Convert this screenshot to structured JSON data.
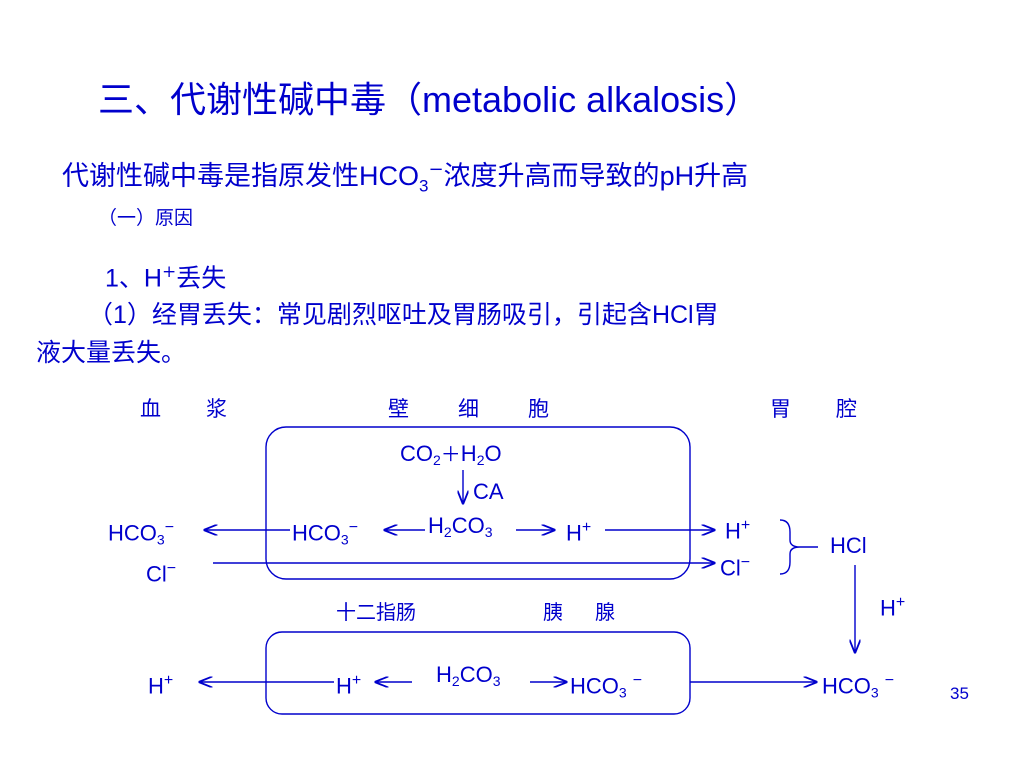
{
  "title": {
    "cn": "三、代谢性碱中毒（",
    "en": "metabolic  alkalosis",
    "close": "）"
  },
  "definition": {
    "pre": "代谢性碱中毒是指原发性",
    "formula_main": "HCO",
    "formula_sub": "3",
    "formula_sup": "−",
    "mid": "浓度升高而导致的",
    "ph": "pH",
    "post": "升高"
  },
  "section": "（一）原因",
  "item1": {
    "num": "1、",
    "formula": "H",
    "sup": "+",
    "text": "丢失"
  },
  "para": {
    "p1": "（",
    "num": "1",
    "p2": "）经胃丢失：常见剧烈呕吐及胃肠吸引，引起含",
    "hcl": "HCl",
    "p3": "胃",
    "line2": "液大量丢失。"
  },
  "diagram": {
    "col_plasma": "血　浆",
    "col_parietal": "壁　细　胞",
    "col_stomach": "胃　腔",
    "co2": "CO",
    "co2_sub": "2",
    "plus": "＋",
    "h2o_h": "H",
    "h2o_sub": "2",
    "h2o_o": "O",
    "ca": "CA",
    "h2co3_h": "H",
    "h2co3_sub1": "2",
    "h2co3_co": "CO",
    "h2co3_sub2": "3",
    "hco3": "HCO",
    "hco3_sub": "3",
    "minus": "−",
    "h": "H",
    "hplus": "+",
    "cl": "Cl",
    "hcl": "HCl",
    "duodenum": "十二指肠",
    "pancreas": "胰　腺"
  },
  "page_number": "35"
}
